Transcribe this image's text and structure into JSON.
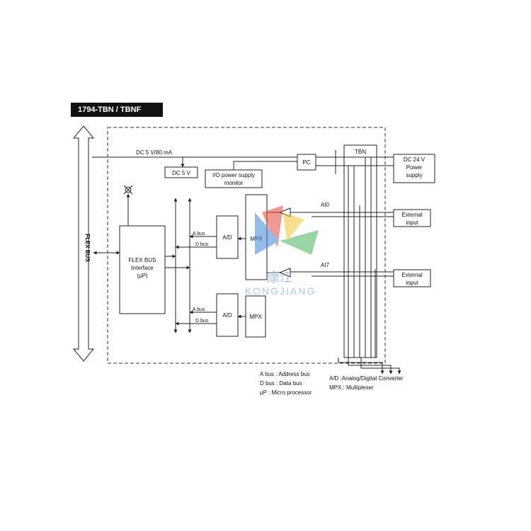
{
  "header": {
    "model": "1794-TBN / TBNF"
  },
  "flex_bus": {
    "label": "FLEX BUS"
  },
  "power": {
    "dc_supply_label": "DC 5 V/80 mA",
    "dc5_box": "DC 5 V",
    "io_monitor": [
      "I/O power supply",
      "monitor"
    ],
    "pc_box": "PC",
    "tbn_label": "TBN",
    "dc24": [
      "DC 24 V",
      "Power",
      "supply"
    ]
  },
  "interface": {
    "lines": [
      "FLEX BUS",
      "Interface",
      "(μP)"
    ]
  },
  "top_channel": {
    "a_bus": "A bus",
    "d_bus": "D bus",
    "ad": "A/D",
    "mpx": "MPX",
    "input_label": "AI0",
    "external": [
      "External",
      "input"
    ]
  },
  "bottom_channel": {
    "a_bus": "A bus",
    "d_bus": "D bus",
    "ad": "A/D",
    "mpx": "MPX",
    "input_label": "AI7",
    "external": [
      "External",
      "input"
    ]
  },
  "legend": {
    "a_bus": "A bus : Address bus",
    "d_bus": "D bus : Data bus",
    "mu_p": "μP   : Micro processor",
    "ad": "A/D  :Analog/Digital Converter",
    "mpx": "MPX : Multiplexer"
  },
  "watermark": {
    "cn": "康江",
    "en": "KONGJIANG"
  },
  "colors": {
    "title_bg": "#111111",
    "line": "#222222",
    "wm_red": "#e8453c",
    "wm_green": "#46b45a",
    "wm_blue": "#3f86d6",
    "wm_yellow": "#f2c531"
  }
}
